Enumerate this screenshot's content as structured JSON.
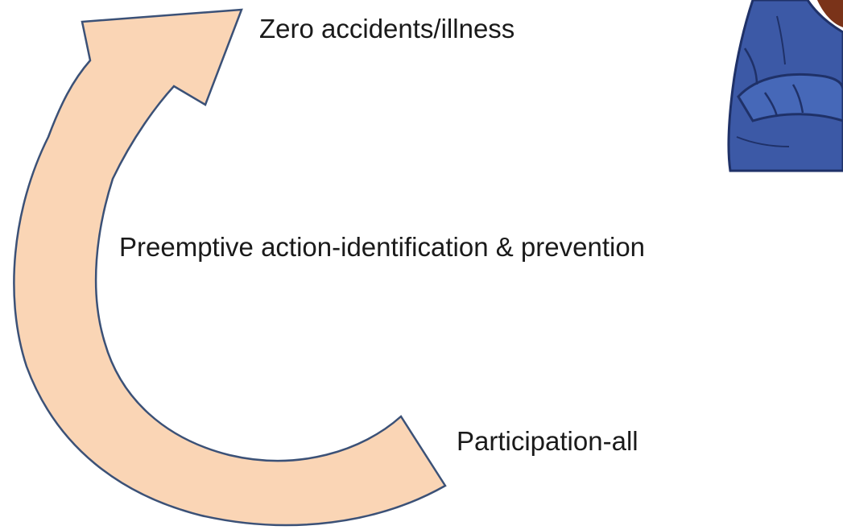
{
  "cycle": {
    "steps": [
      {
        "label": "Zero accidents/illness"
      },
      {
        "label": "Preemptive action-identification & prevention"
      },
      {
        "label": "Participation-all"
      }
    ]
  },
  "colors": {
    "arrow_fill": "#fad5b5",
    "arrow_stroke": "#3b5177",
    "figure_jacket": "#3c59a6",
    "figure_jacket_dark": "#1f3168",
    "figure_hair": "#7a3319"
  },
  "icons": {
    "cycle_arrow": "curved-arrow-icon",
    "figure": "person-arms-crossed-icon"
  }
}
